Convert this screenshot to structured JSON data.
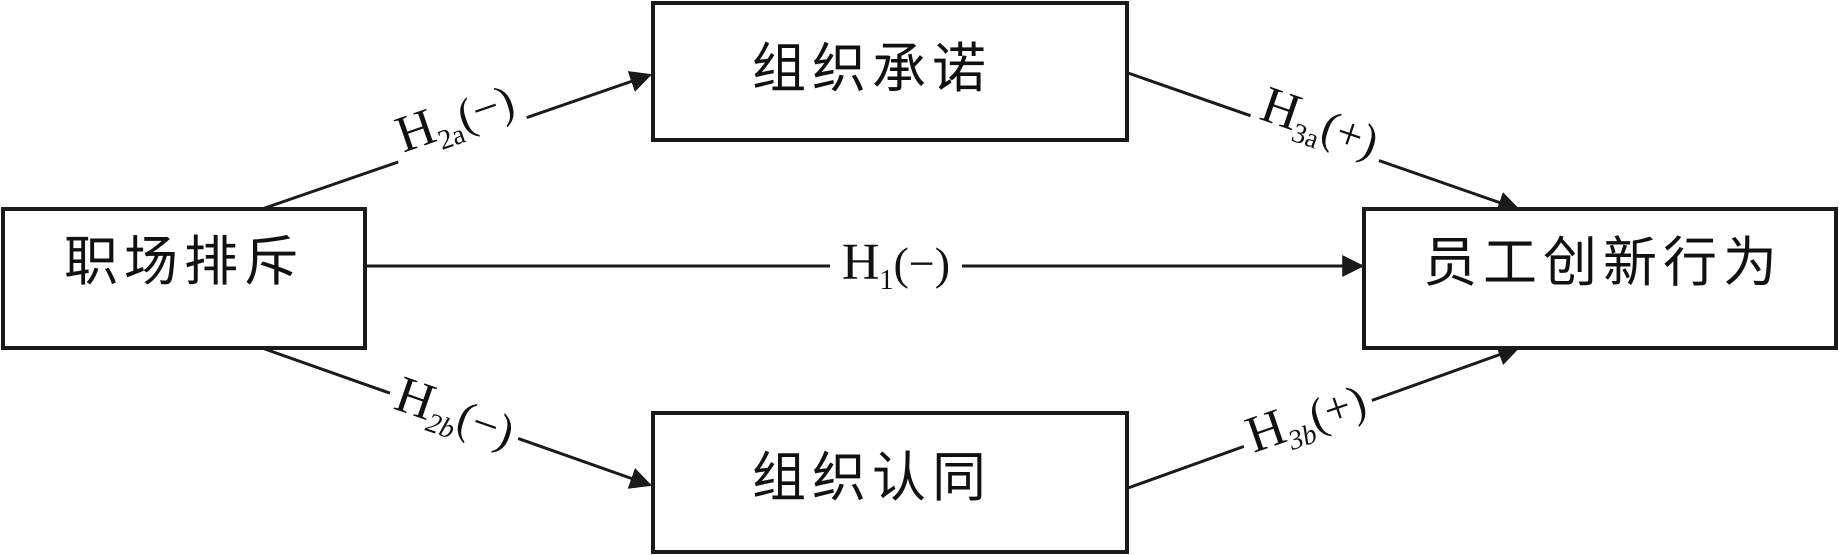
{
  "nodes": {
    "independent": "职场排斥",
    "mediator_commitment": "组织承诺",
    "mediator_identification": "组织认同",
    "dependent": "员工创新行为"
  },
  "hypotheses": {
    "h1": {
      "letter": "H",
      "sub": "1",
      "sign": "(−)"
    },
    "h2a": {
      "letter": "H",
      "sub": "2a",
      "sign": "(−)"
    },
    "h2b": {
      "letter": "H",
      "sub": "2b",
      "sign": "(−)"
    },
    "h3a": {
      "letter": "H",
      "sub": "3a",
      "sign": "(+)"
    },
    "h3b": {
      "letter": "H",
      "sub": "3b",
      "sign": "(+)"
    }
  },
  "colors": {
    "line": "#1a1a1a",
    "background": "#ffffff"
  }
}
